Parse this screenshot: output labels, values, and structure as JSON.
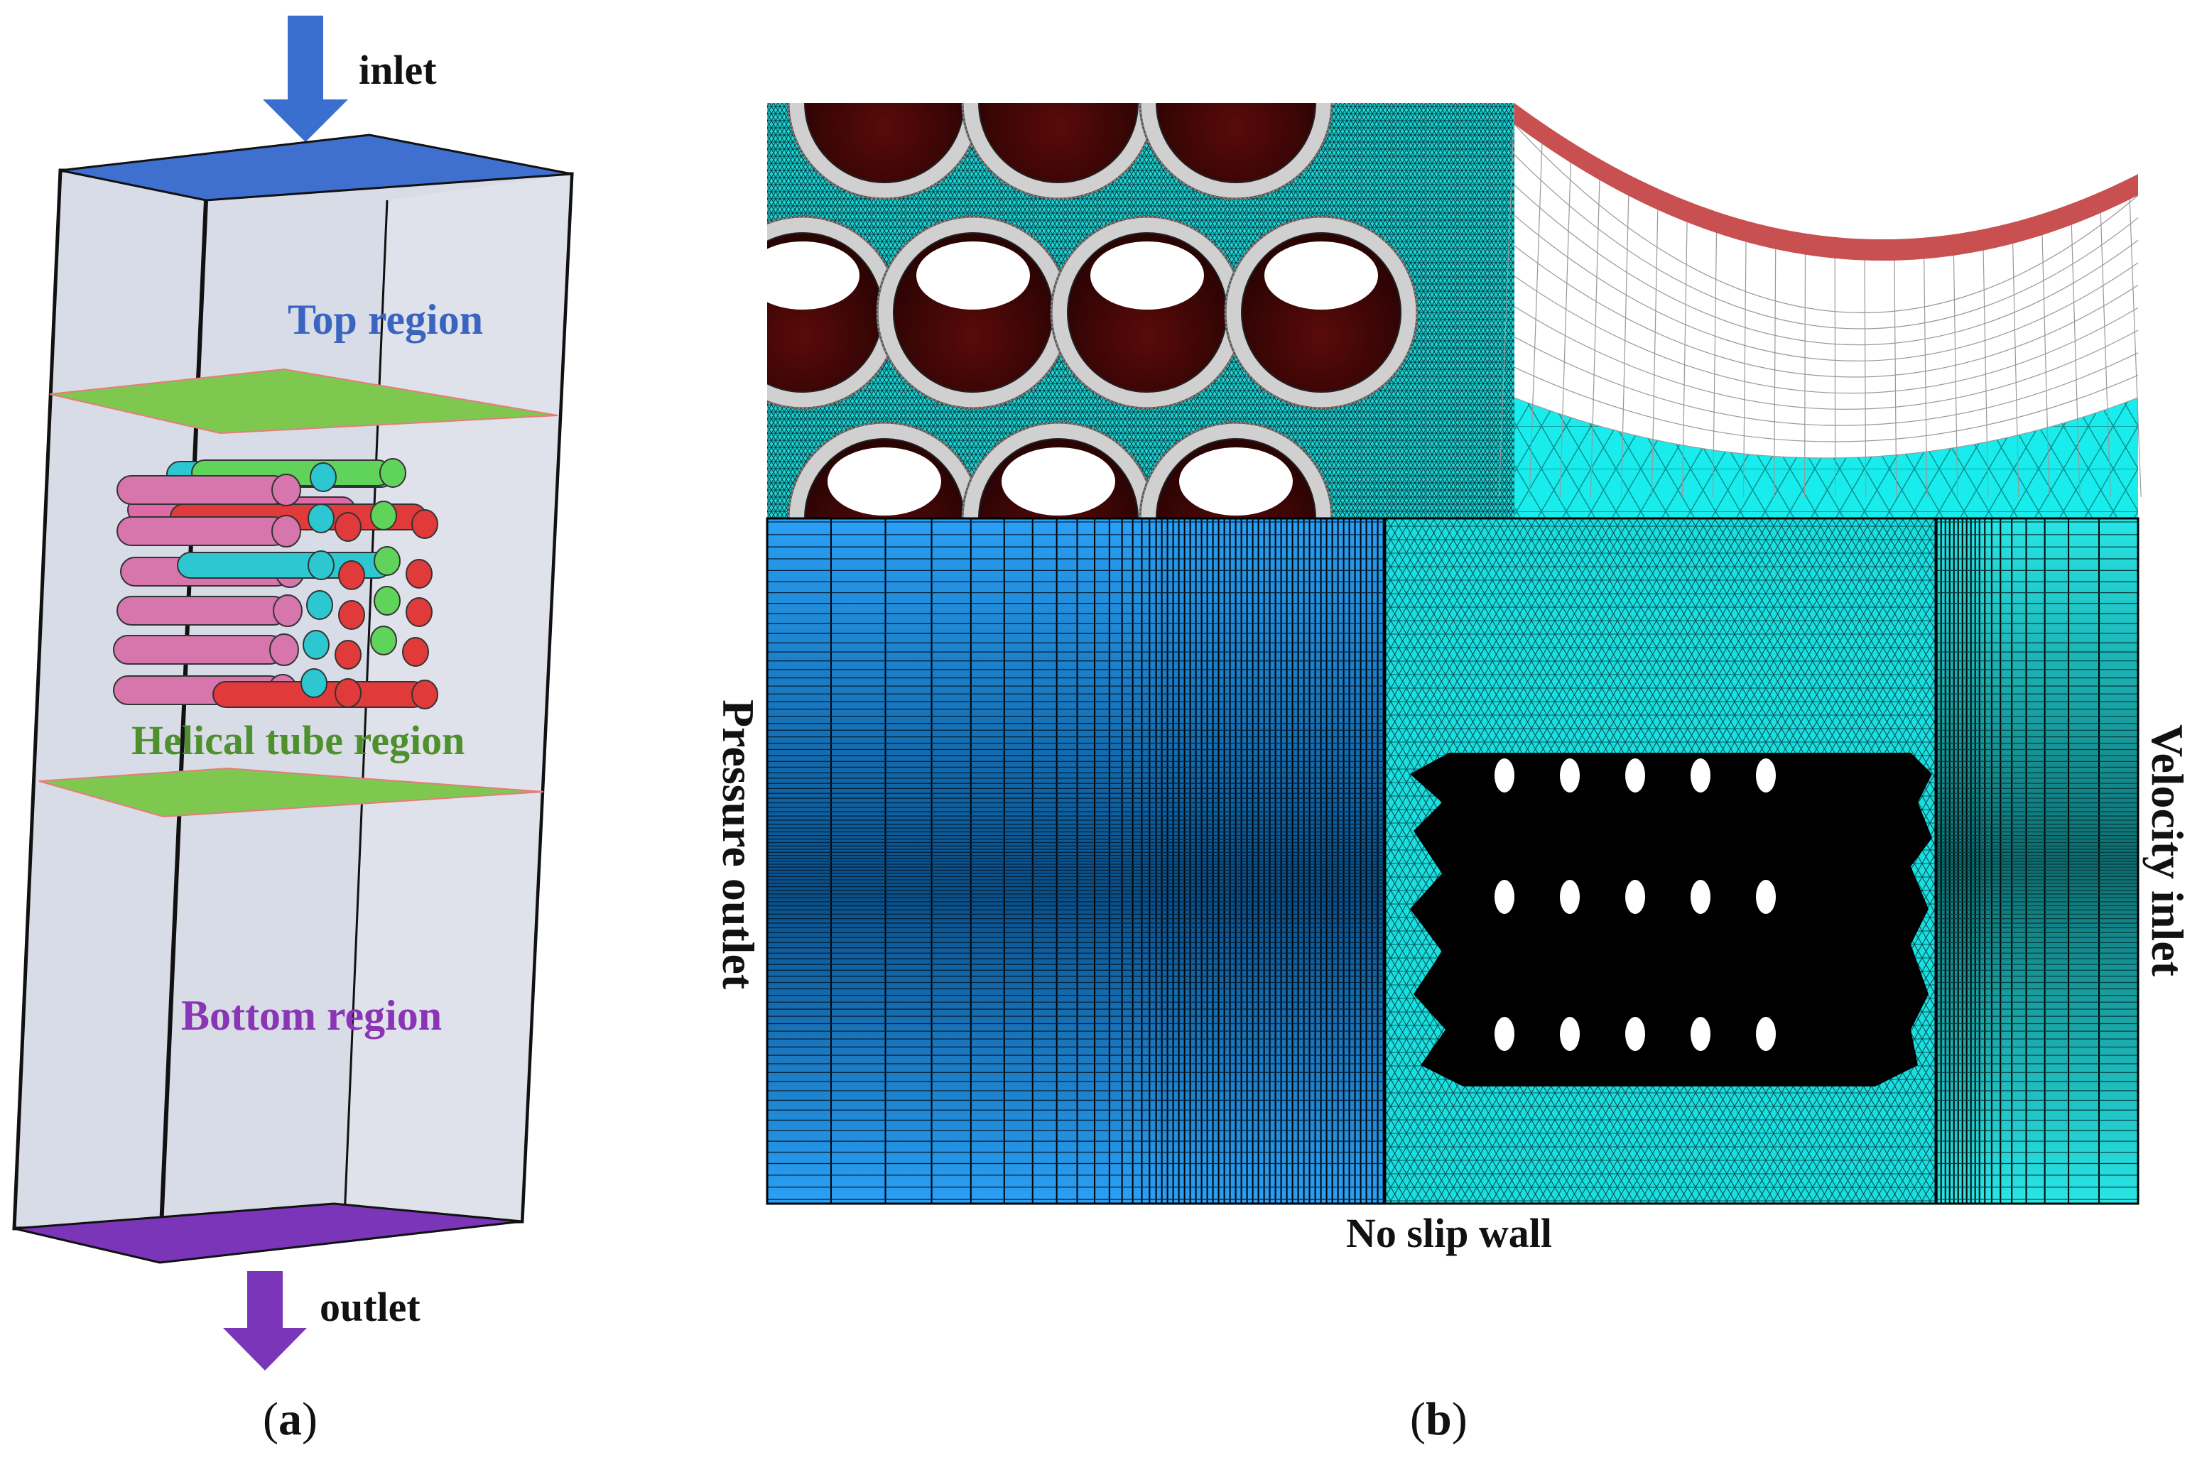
{
  "panel_a": {
    "inlet_label": "inlet",
    "outlet_label": "outlet",
    "top_region_label": "Top region",
    "helical_region_label": "Helical tube region",
    "bottom_region_label": "Bottom region",
    "caption_open": "(",
    "caption_letter": "a",
    "caption_close": ")"
  },
  "panel_b": {
    "pressure_outlet_label": "Pressure outlet",
    "velocity_inlet_label": "Velocity inlet",
    "no_slip_wall_label": "No slip wall",
    "caption_open": "(",
    "caption_letter": "b",
    "caption_close": ")"
  },
  "colors": {
    "inlet_arrow": "#3a6fd0",
    "outlet_arrow": "#7a35b8",
    "top_face": "#3f6fcf",
    "bottom_face": "#7a35b8",
    "divider_plane": "#7fc850",
    "top_region_text": "#3b64c0",
    "helical_text": "#4e8f2e",
    "bottom_text": "#8a35b5",
    "mesh_cyan": "#19e0e0",
    "mesh_blue": "#1f8fe0",
    "tube_dark_red": "#6e1010"
  }
}
